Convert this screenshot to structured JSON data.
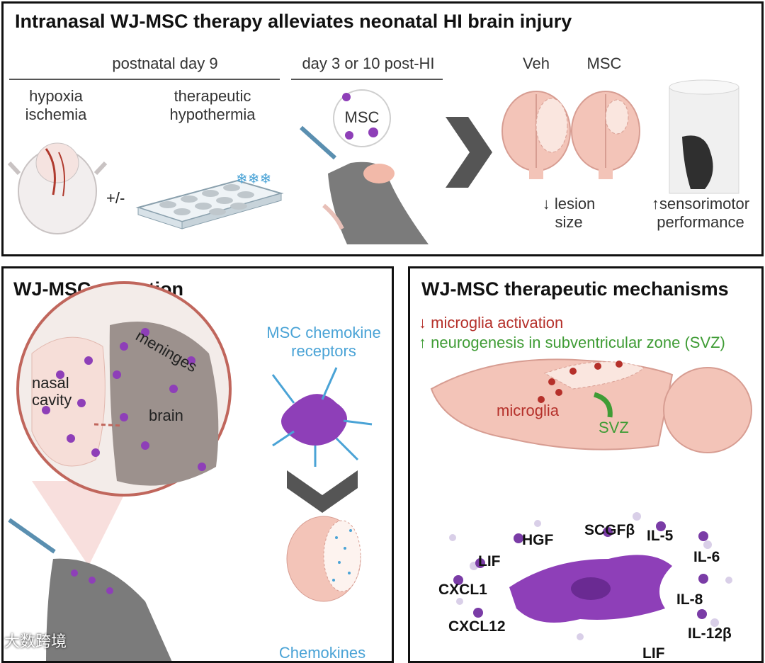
{
  "top": {
    "title": "Intranasal WJ-MSC therapy alleviates neonatal HI brain injury",
    "pnd_label": "postnatal day 9",
    "hi_label_line1": "hypoxia",
    "hi_label_line2": "ischemia",
    "th_label_line1": "therapeutic",
    "th_label_line2": "hypothermia",
    "plusminus": "+/-",
    "day_label": "day 3 or 10 post-HI",
    "msc_bubble": "MSC",
    "veh_label": "Veh",
    "msc_label": "MSC",
    "lesion_line1": "↓ lesion",
    "lesion_line2": "size",
    "sensor_line1": "↑sensorimotor",
    "sensor_line2": "performance"
  },
  "migration": {
    "title": "WJ-MSC migration",
    "meninges": "meninges",
    "nasal_line1": "nasal",
    "nasal_line2": "cavity",
    "brain": "brain",
    "receptors_line1": "MSC chemokine",
    "receptors_line2": "receptors",
    "chemokines": "Chemokines"
  },
  "mechanisms": {
    "title": "WJ-MSC therapeutic mechanisms",
    "microglia_activation": "↓ microglia activation",
    "neurogenesis": "↑ neurogenesis in subventricular zone (SVZ)",
    "microglia_label": "microglia",
    "svz_label": "SVZ",
    "factors": [
      "HGF",
      "SCGFβ",
      "IL-5",
      "LIF",
      "IL-6",
      "CXCL1",
      "IL-8",
      "CXCL12",
      "IL-12β",
      "LIF"
    ]
  },
  "watermark": "大数跨境",
  "colors": {
    "brain": "#f3c4b8",
    "brain_lesion": "#fae6df",
    "msc_purple": "#8e3fb8",
    "microglia_red": "#b5302a",
    "svz_green": "#3f9c35",
    "receptor_blue": "#4aa3d6",
    "mouse_gray": "#7b7b7b"
  }
}
